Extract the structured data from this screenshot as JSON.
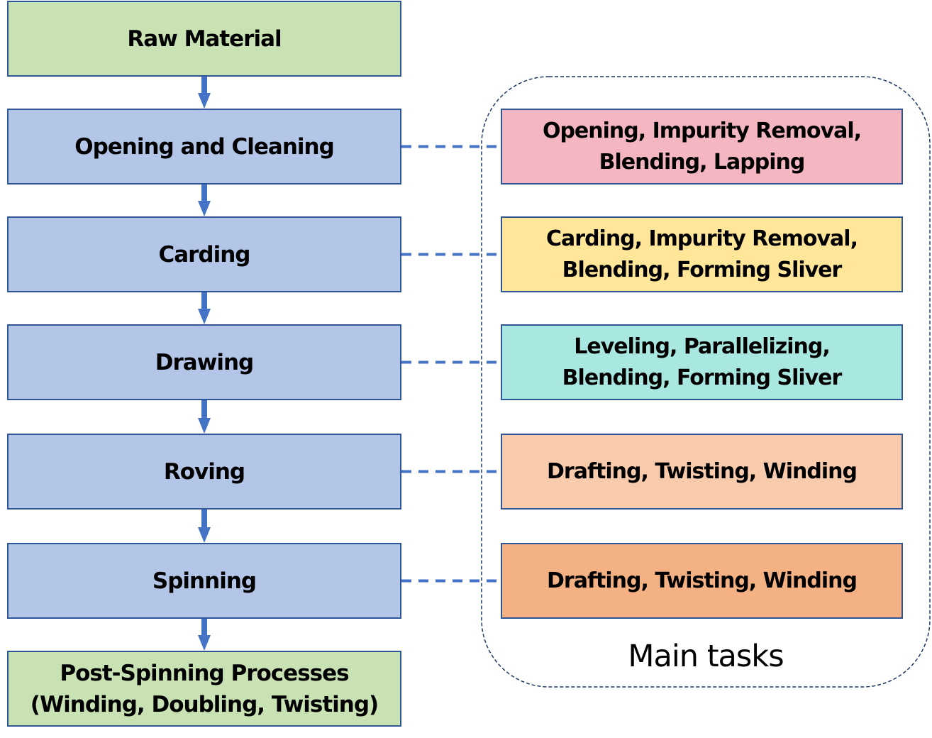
{
  "stages": [
    {
      "label": "Raw Material",
      "color": "#C9E2B3"
    },
    {
      "label": "Opening and Cleaning",
      "color": "#B4C6E7"
    },
    {
      "label": "Carding",
      "color": "#B4C6E7"
    },
    {
      "label": "Drawing",
      "color": "#B4C6E7"
    },
    {
      "label": "Roving",
      "color": "#B4C6E7"
    },
    {
      "label": "Spinning",
      "color": "#B4C6E7"
    },
    {
      "label": "Post-Spinning Processes (Winding, Doubling, Twisting)",
      "color": "#C9E2B3"
    }
  ],
  "tasks": [
    {
      "stage": "Opening and Cleaning",
      "label": "Opening, Impurity Removal, Blending, Lapping",
      "color": "#F4B6C0"
    },
    {
      "stage": "Carding",
      "label": "Carding, Impurity Removal, Blending, Forming Sliver",
      "color": "#FFE699"
    },
    {
      "stage": "Drawing",
      "label": "Leveling, Parallelizing, Blending, Forming Sliver",
      "color": "#A9E8E1"
    },
    {
      "stage": "Roving",
      "label": "Drafting, Twisting, Winding",
      "color": "#F8CBAD"
    },
    {
      "stage": "Spinning",
      "label": "Drafting, Twisting, Winding",
      "color": "#F4B183"
    }
  ],
  "group": {
    "label": "Main tasks"
  },
  "colors": {
    "border": "#2F5597",
    "arrow": "#4472C4",
    "group_border": "#1F3864"
  }
}
